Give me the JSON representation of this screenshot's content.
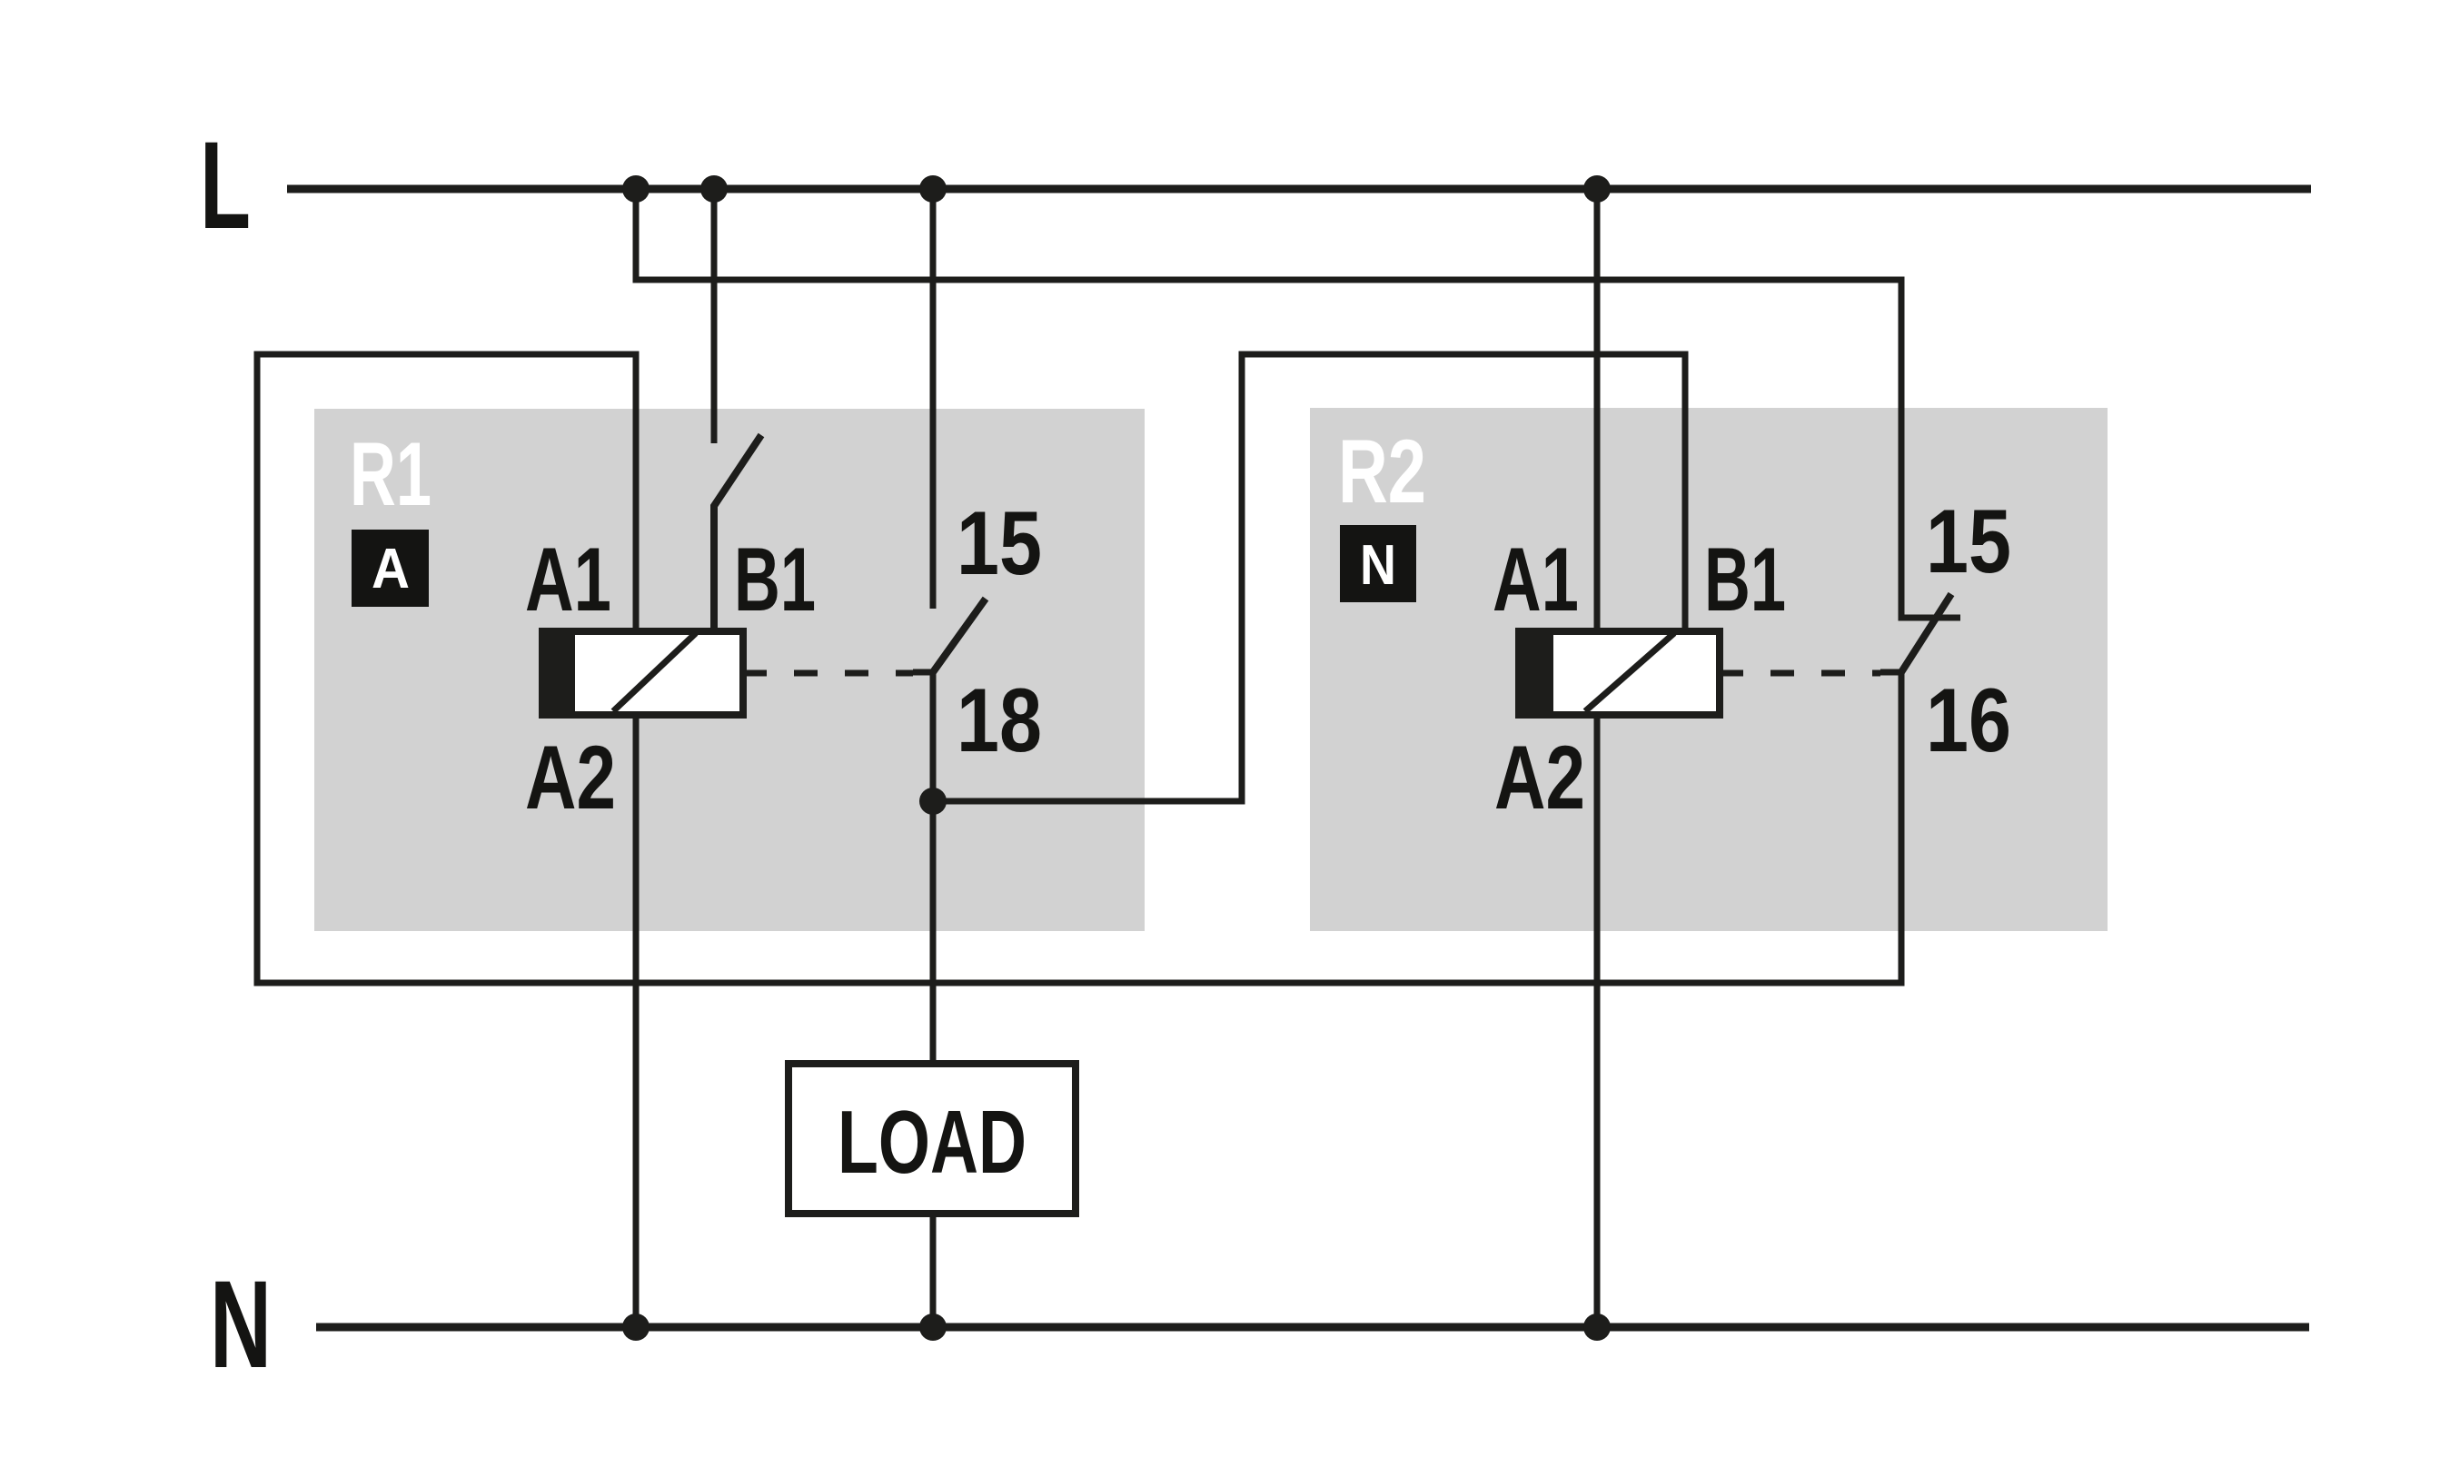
{
  "rails": {
    "live": "L",
    "neutral": "N"
  },
  "relay1": {
    "name": "R1",
    "badge": "A",
    "a1": "A1",
    "b1": "B1",
    "a2": "A2",
    "t15": "15",
    "t18": "18"
  },
  "relay2": {
    "name": "R2",
    "badge": "N",
    "a1": "A1",
    "b1": "B1",
    "a2": "A2",
    "t15": "15",
    "t16": "16"
  },
  "load": {
    "label": "LOAD"
  },
  "colors": {
    "line": "#1d1d1b",
    "module_bg": "#d2d2d2",
    "badge_bg": "#141412",
    "badge_fg": "#ffffff",
    "relay_name_fg": "#ffffff",
    "background": "#ffffff"
  }
}
